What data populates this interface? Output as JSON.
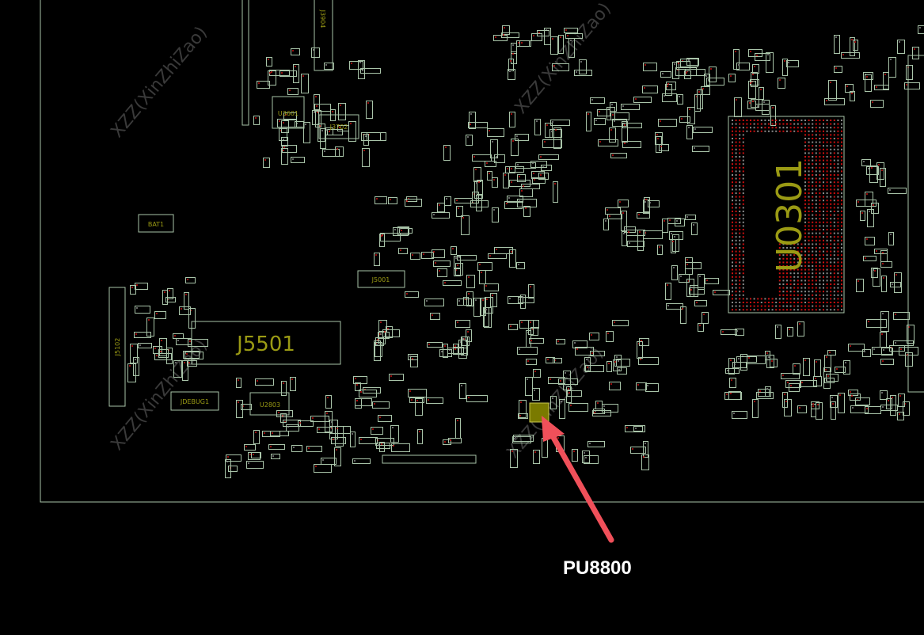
{
  "view": {
    "watermark": "XZZ(XinZhiZao)",
    "colors": {
      "outline": "#a9c4a9",
      "label": "#9a9a14",
      "pin_red": "#cc1010",
      "pin_gray": "#8a8a8a",
      "highlight": "#7a7a00",
      "arrow": "#f0505a"
    }
  },
  "components": {
    "bat1": "BAT1",
    "j5102": "J5102",
    "j5501": "J5501",
    "jdebug1": "JDEBUG1",
    "u2803": "U2803",
    "u3601": "U3601",
    "j3702": "J3702",
    "j3904": "J3904",
    "j5001": "J5001",
    "u0301": "U0301"
  },
  "callout": {
    "label": "PU8800"
  }
}
